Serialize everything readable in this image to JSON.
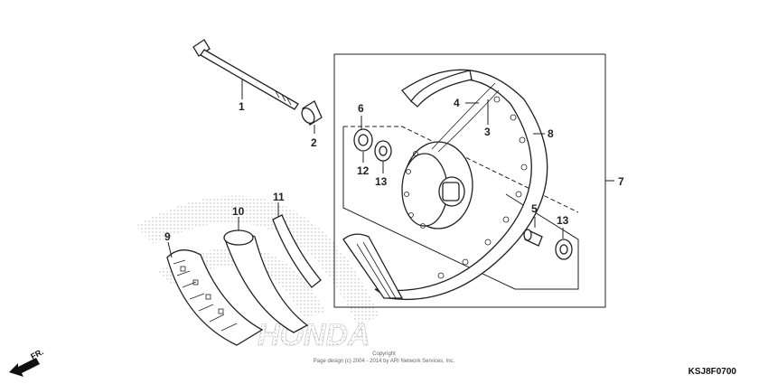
{
  "callouts": [
    "1",
    "2",
    "3",
    "4",
    "5",
    "6",
    "7",
    "8",
    "9",
    "10",
    "11",
    "12",
    "13",
    "13"
  ],
  "direction_label": "FR.",
  "watermark": "HONDA",
  "copyright": {
    "line1": "Copyright",
    "line2": "Page design (c) 2004 - 2014 by ARI Network Services, Inc."
  },
  "diagram_code": "KSJ8F0700",
  "colors": {
    "line": "#222222",
    "watermark": "#c8c8c8"
  }
}
